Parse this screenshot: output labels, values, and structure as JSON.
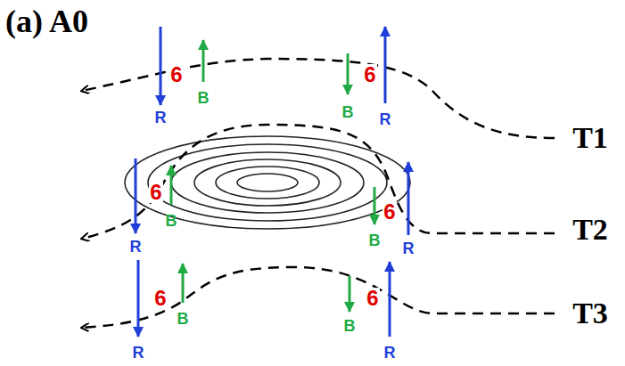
{
  "diagram": {
    "title": "(a) A0",
    "labels": [
      "6",
      "R",
      "B",
      "B",
      "6",
      "R",
      "T1",
      "6",
      "R",
      "B",
      "B",
      "6",
      "R",
      "T2",
      "6",
      "R",
      "B",
      "B",
      "6",
      "R",
      "T3"
    ]
  }
}
